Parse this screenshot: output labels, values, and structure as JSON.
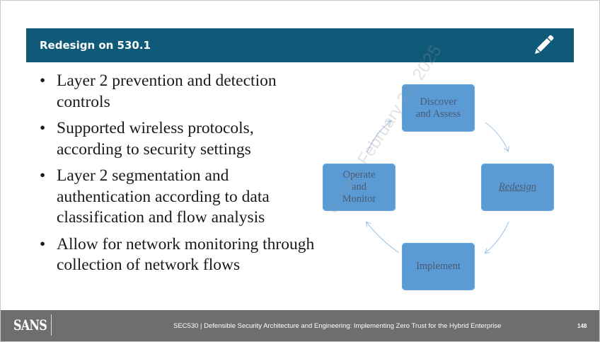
{
  "slide": {
    "title": "Redesign on 530.1",
    "bullets": [
      "Layer 2 prevention and detection controls",
      "Supported wireless protocols, according to security settings",
      "Layer 2 segmentation and authentication according to data classification and flow analysis",
      "Allow for network monitoring through collection of network flows"
    ]
  },
  "cycle": {
    "discover": "Discover\nand Assess",
    "redesign": "Redesign",
    "implement": "Implement",
    "operate": "Operate\nand\nMonitor"
  },
  "watermark": "d_net> February 22, 2025",
  "footer": {
    "logo": "SANS",
    "course": "SEC530 | Defensible Security Architecture and Engineering: Implementing Zero Trust for the Hybrid Enterprise",
    "page": "148"
  },
  "colors": {
    "title_bar": "#0f5a78",
    "box": "#5b9bd5",
    "footer": "#6e6e6e"
  },
  "icons": [
    "pencil-icon"
  ]
}
